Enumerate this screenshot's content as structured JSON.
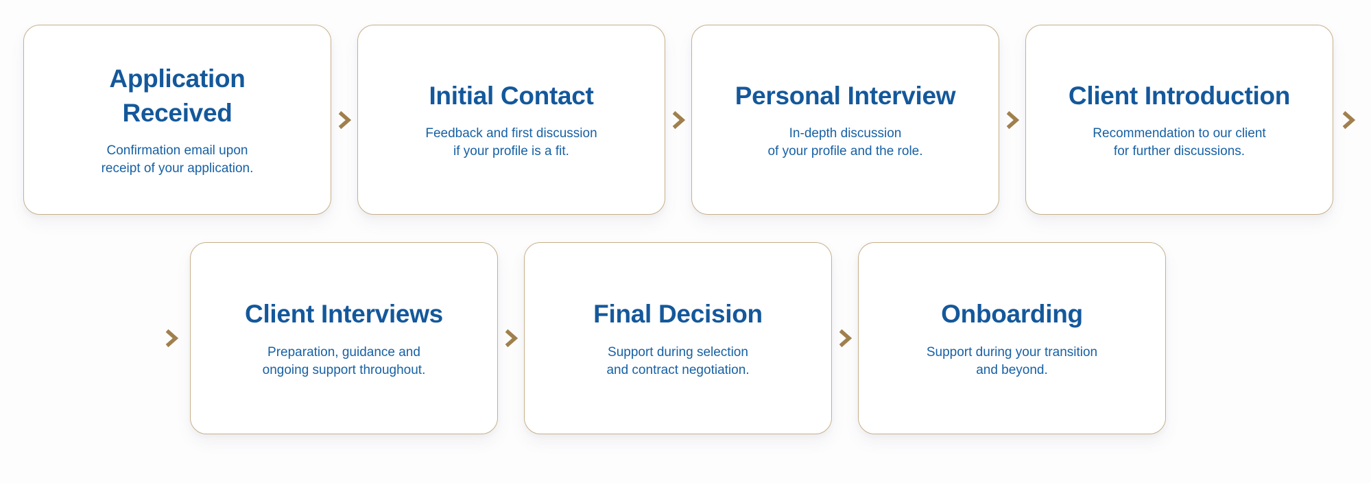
{
  "theme": {
    "page_bg": "#fdfdfe",
    "card_bg": "#ffffff",
    "card_border": "#c7af88",
    "title_color": "#14589b",
    "body_color": "#1660a4",
    "chevron_color": "#a0804d"
  },
  "process": {
    "steps": [
      {
        "title": "Application Received",
        "desc_line1": "Confirmation email upon",
        "desc_line2": "receipt of your application."
      },
      {
        "title": "Initial Contact",
        "desc_line1": "Feedback and first discussion",
        "desc_line2": "if your profile is a fit."
      },
      {
        "title": "Personal Interview",
        "desc_line1": "In-depth discussion",
        "desc_line2": "of your profile and the role."
      },
      {
        "title": "Client Introduction",
        "desc_line1": "Recommendation to our client",
        "desc_line2": "for further discussions."
      },
      {
        "title": "Client Interviews",
        "desc_line1": "Preparation, guidance and",
        "desc_line2": "ongoing support throughout."
      },
      {
        "title": "Final Decision",
        "desc_line1": "Support during selection",
        "desc_line2": "and contract negotiation."
      },
      {
        "title": "Onboarding",
        "desc_line1": "Support during your transition",
        "desc_line2": "and beyond."
      }
    ]
  }
}
